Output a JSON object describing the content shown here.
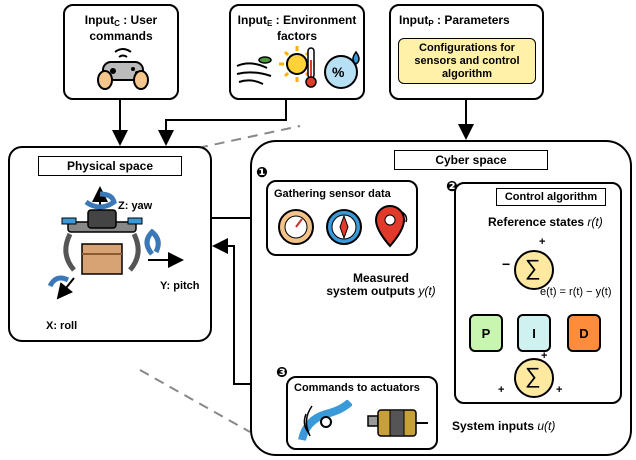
{
  "inputs": {
    "user": {
      "prefix": "Input",
      "sub": "C",
      "suffix": " : User",
      "line2": "commands"
    },
    "env": {
      "prefix": "Input",
      "sub": "E",
      "suffix": " : Environment",
      "line2": "factors"
    },
    "params": {
      "prefix": "Input",
      "sub": "P",
      "suffix": " : Parameters",
      "config": "Configurations for sensors and control algorithm"
    }
  },
  "physical": {
    "title": "Physical space",
    "z_label": "Z: yaw",
    "y_label": "Y: pitch",
    "x_label": "X: roll"
  },
  "cyber": {
    "title": "Cyber space",
    "step1": {
      "num": "❶",
      "label": "Gathering sensor data"
    },
    "step2": {
      "num": "❷",
      "label": "Control algorithm"
    },
    "step3": {
      "num": "❸",
      "label": "Commands to actuators"
    },
    "measured_line1": "Measured",
    "measured_line2": "system outputs ",
    "measured_var": "y(t)",
    "reference": "Reference states ",
    "reference_var": "r(t)",
    "error_eq": "e(t) = r(t) − y(t)",
    "system_inputs": "System inputs ",
    "system_inputs_var": "u(t)",
    "pid": {
      "p": "P",
      "i": "I",
      "d": "D"
    },
    "sum_symbol": "∑",
    "plus": "+",
    "minus": "−"
  },
  "colors": {
    "config_fill": "#FFF2A8",
    "sum_fill": "#FFE8A0",
    "p_fill": "#C8F5B0",
    "i_fill": "#CFF2F0",
    "d_fill": "#FF8C3A",
    "rotation_arrow": "#3A78B8"
  },
  "icons": [
    "gamepad-icon",
    "wind-icon",
    "sun-icon",
    "thermometer-icon",
    "humidity-icon",
    "drone-icon",
    "gauge-icon",
    "compass-icon",
    "location-pin-icon",
    "propeller-icon",
    "motor-icon"
  ]
}
